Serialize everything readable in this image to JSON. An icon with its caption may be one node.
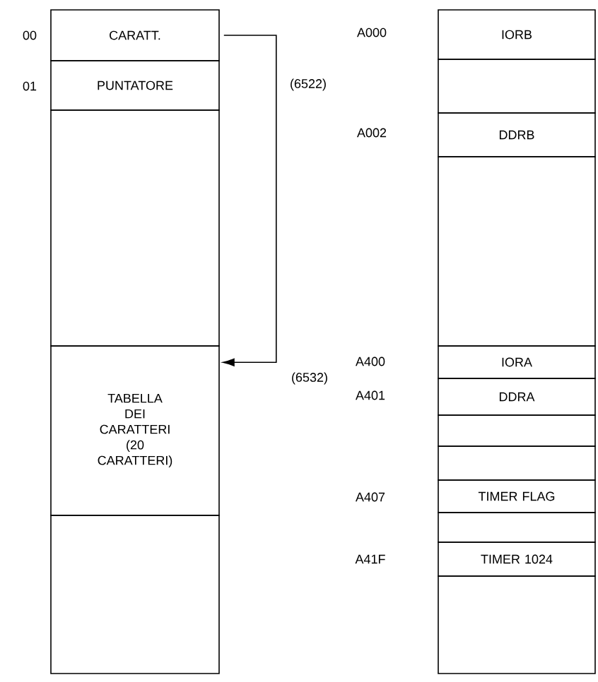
{
  "diagram": {
    "nodes": [
      {
        "text": [
          "CARATT."
        ]
      },
      {
        "text": [
          "PUNTATORE"
        ]
      },
      {
        "text": [],
        "shape": "box"
      },
      {
        "text": [
          "TABELLA DEI CARATTERI (20 CARATTERI)"
        ]
      },
      {
        "text": [],
        "shape": "box"
      },
      {
        "text": [
          "IORB"
        ]
      },
      {
        "text": [],
        "shape": "box"
      },
      {
        "text": [
          "DDRB"
        ]
      },
      {
        "text": [],
        "shape": "box"
      },
      {
        "text": [
          "IORA"
        ]
      },
      {
        "text": [
          "DDRA"
        ]
      },
      {
        "text": [],
        "shape": "box"
      },
      {
        "text": [],
        "shape": "box"
      },
      {
        "text": [
          "TIMER FLAG"
        ]
      },
      {
        "text": [],
        "shape": "box"
      },
      {
        "text": [
          "TIMER 1024"
        ]
      },
      {
        "text": [],
        "shape": "box"
      }
    ],
    "edges": [
      {
        "from": 0,
        "to": 3,
        "arrow": "to"
      }
    ],
    "labels": [
      "00",
      "A000",
      "01",
      "(6522)",
      "A002",
      "A400",
      "(6532)",
      "A401",
      "A407",
      "A41F"
    ]
  }
}
